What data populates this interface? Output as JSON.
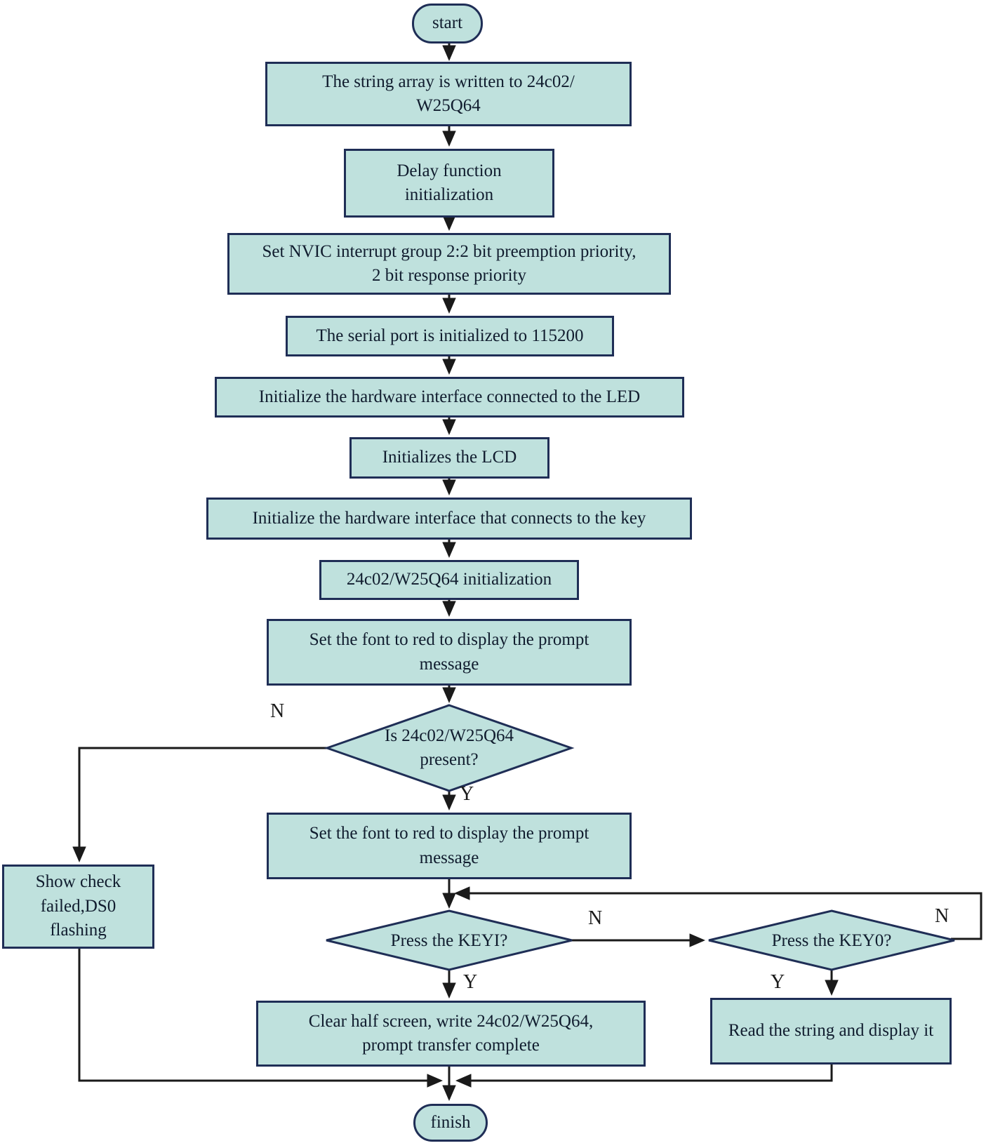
{
  "flowchart": {
    "background": "#ffffff",
    "colors": {
      "node_fill": "#bfe1dd",
      "node_border": "#1f2e56",
      "connector": "#1a1a1a",
      "text": "#101c2e"
    },
    "nodes": {
      "start": "start",
      "write_string": "The string array is written to 24c02/\nW25Q64",
      "delay_init": "Delay function\ninitialization",
      "nvic": "Set NVIC interrupt group 2:2 bit preemption priority,\n2 bit response priority",
      "serial": "The serial port is initialized to 115200",
      "led_init": "Initialize the hardware interface connected to the LED",
      "lcd_init": "Initializes the LCD",
      "key_init": "Initialize the hardware interface that connects to the key",
      "eeprom_init": "24c02/W25Q64 initialization",
      "font_red_1": "Set the font to red to display the prompt\nmessage",
      "present_check": "Is 24c02/W25Q64\npresent?",
      "font_red_2": "Set the font to red to display the prompt\nmessage",
      "show_check_failed": "Show check\nfailed,DS0\nflashing",
      "key1_check": "Press the KEYI?",
      "key0_check": "Press the KEY0?",
      "clear_half_screen": "Clear half screen, write 24c02/W25Q64,\nprompt transfer complete",
      "read_string": "Read the string and display it",
      "finish": "finish"
    },
    "edge_labels": {
      "present_no": "N",
      "present_yes": "Y",
      "key1_no": "N",
      "key1_yes": "Y",
      "key0_no": "N",
      "key0_yes": "Y"
    }
  }
}
